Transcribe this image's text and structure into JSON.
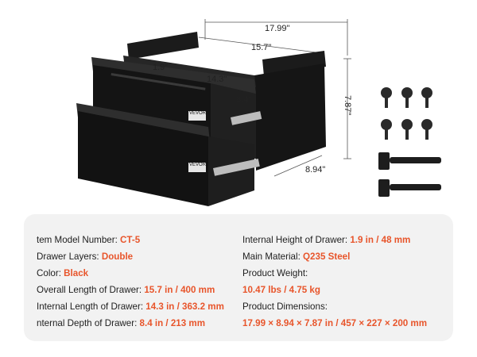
{
  "dimensions": {
    "overall_width": "17.99\"",
    "inner_width": "15.7\"",
    "height": "7.87\"",
    "depth": "8.94\"",
    "drawer_height": "1.9\"",
    "drawer_length": "14.3\"",
    "drawer_depth": "8.4\""
  },
  "brand_label": "VEVOR",
  "specs_left": [
    {
      "label": "tem Model Number: ",
      "value": "CT-5"
    },
    {
      "label": "Drawer Layers: ",
      "value": "Double"
    },
    {
      "label": "Color: ",
      "value": "Black"
    },
    {
      "label": "Overall Length of Drawer: ",
      "value": "15.7 in / 400 mm"
    },
    {
      "label": "Internal Length of Drawer: ",
      "value": "14.3 in / 363.2 mm"
    },
    {
      "label": "nternal Depth of Drawer: ",
      "value": "8.4 in / 213 mm"
    }
  ],
  "specs_right": [
    {
      "label": "Internal Height of Drawer: ",
      "value": "1.9 in / 48 mm"
    },
    {
      "label": "Main Material: ",
      "value": "Q235 Steel"
    },
    {
      "label": "Product Weight:",
      "value": ""
    },
    {
      "label": "",
      "value": "10.47 lbs / 4.75 kg"
    },
    {
      "label": "Product Dimensions:",
      "value": ""
    },
    {
      "label": "",
      "value": "17.99 ×  8.94 × 7.87 in / 457 × 227 × 200 mm"
    }
  ],
  "colors": {
    "accent": "#e8552b",
    "panel": "#f2f2f2",
    "product": "#1a1a1a"
  }
}
